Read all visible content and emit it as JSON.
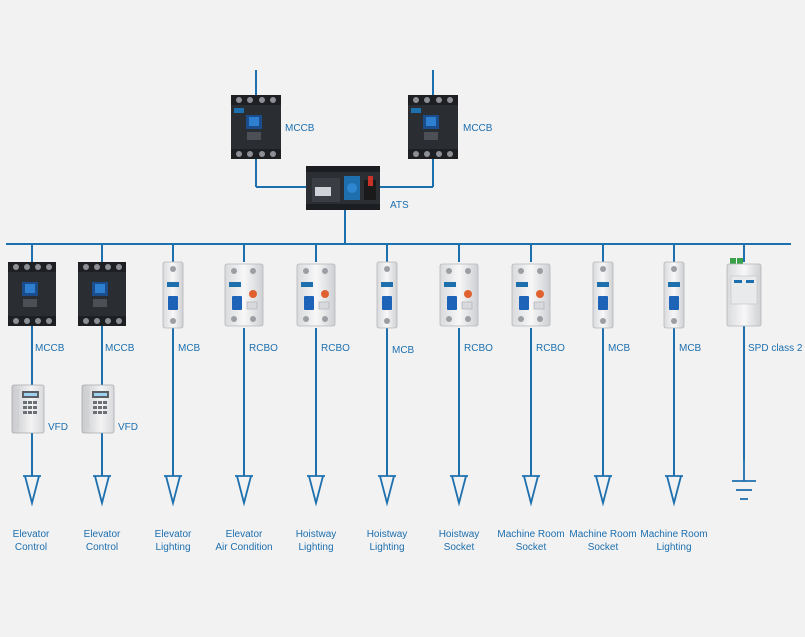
{
  "colors": {
    "wire": "#1d6fae",
    "background": "#f2f2f3"
  },
  "source": {
    "mccb_left": "MCCB",
    "mccb_right": "MCCB",
    "ats": "ATS"
  },
  "feeders": [
    {
      "device": "MCCB",
      "vfd": "VFD",
      "load": [
        "Elevator",
        "Control"
      ]
    },
    {
      "device": "MCCB",
      "vfd": "VFD",
      "load": [
        "Elevator",
        "Control"
      ]
    },
    {
      "device": "MCB",
      "load": [
        "Elevator",
        "Lighting"
      ]
    },
    {
      "device": "RCBO",
      "load": [
        "Elevator",
        "Air Condition"
      ]
    },
    {
      "device": "RCBO",
      "load": [
        "Hoistway",
        "Lighting"
      ]
    },
    {
      "device": "MCB",
      "load": [
        "Hoistway",
        "Lighting"
      ]
    },
    {
      "device": "RCBO",
      "load": [
        "Hoistway",
        "Socket"
      ]
    },
    {
      "device": "RCBO",
      "load": [
        "Machine Room",
        "Socket"
      ]
    },
    {
      "device": "MCB",
      "load": [
        "Machine Room",
        "Socket"
      ]
    },
    {
      "device": "MCB",
      "load": [
        "Machine Room",
        "Lighting"
      ]
    },
    {
      "device": "SPD class 2",
      "load": []
    }
  ]
}
